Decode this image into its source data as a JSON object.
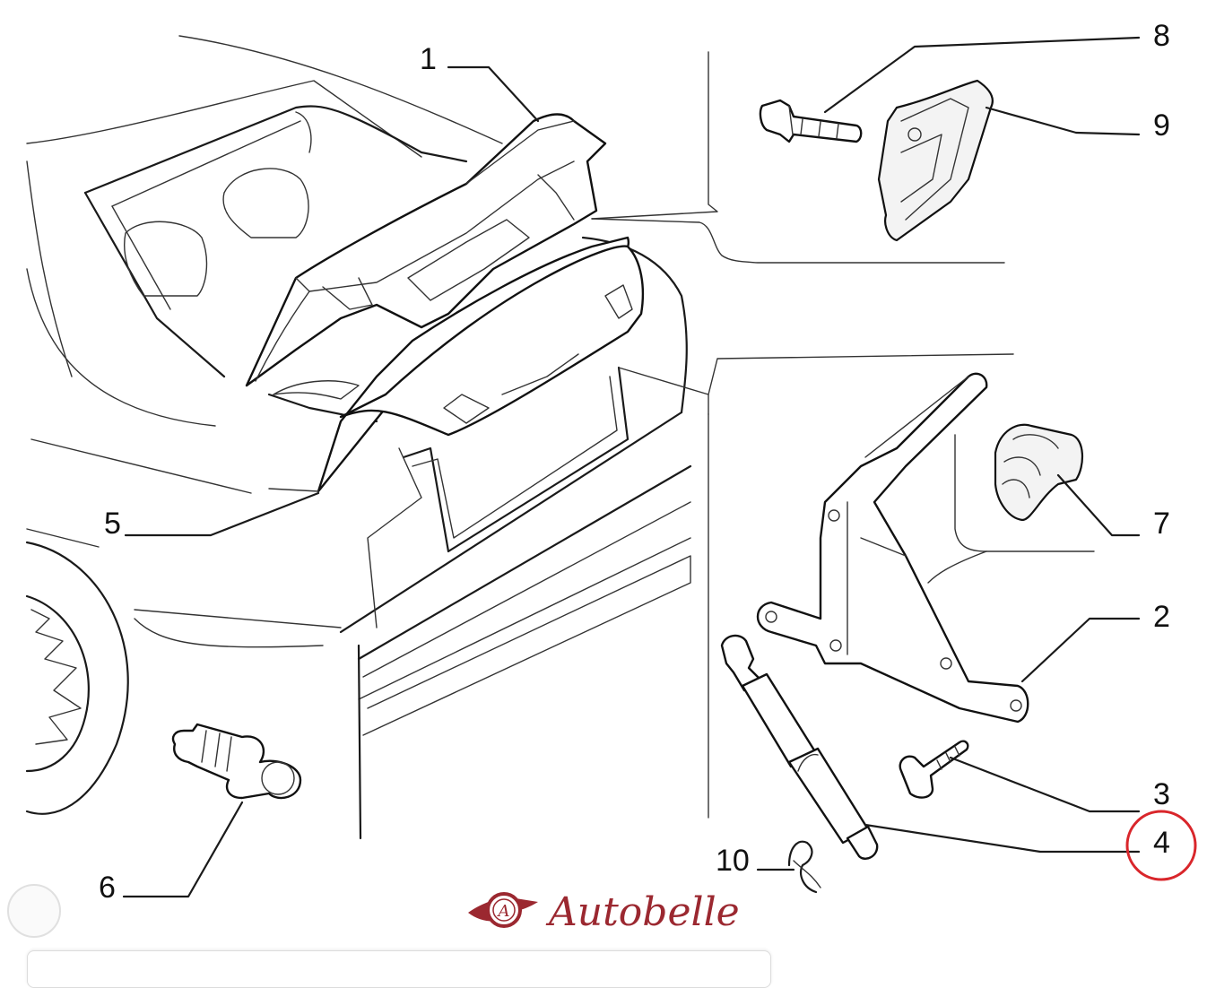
{
  "diagram": {
    "part_numbers": [
      "1",
      "2",
      "3",
      "4",
      "5",
      "6",
      "7",
      "8",
      "9",
      "10"
    ],
    "highlighted_part": "4",
    "highlight_color": "#d9262b",
    "line_color": "#1a1a1a"
  },
  "brand": {
    "name": "Autobelle",
    "logo_monogram": "A",
    "color": "#9b2830"
  }
}
